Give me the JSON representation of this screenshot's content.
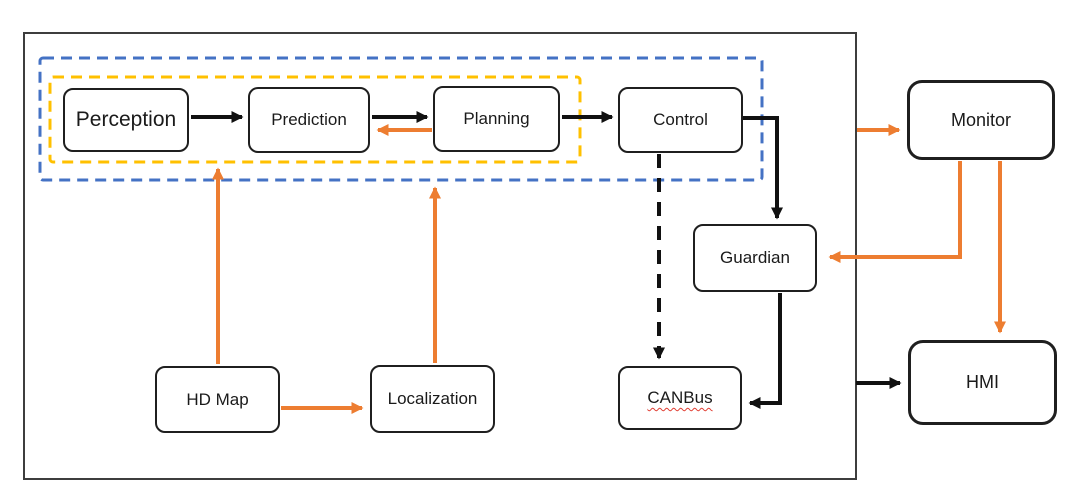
{
  "colors": {
    "orange": "#ED7D31",
    "yellow": "#FFC000",
    "blue": "#4472C4",
    "black": "#111111",
    "frame": "#3d3d3d",
    "spellcheck": "#e03c31"
  },
  "nodes": {
    "perception": {
      "label": "Perception"
    },
    "prediction": {
      "label": "Prediction"
    },
    "planning": {
      "label": "Planning"
    },
    "control": {
      "label": "Control"
    },
    "guardian": {
      "label": "Guardian"
    },
    "hd_map": {
      "label": "HD Map"
    },
    "localization": {
      "label": "Localization"
    },
    "canbus": {
      "label": "CANBus"
    },
    "monitor": {
      "label": "Monitor"
    },
    "hmi": {
      "label": "HMI"
    }
  },
  "containers": {
    "outer_module_box": {
      "contains": [
        "Perception",
        "Prediction",
        "Planning",
        "Control",
        "Guardian",
        "HD Map",
        "Localization",
        "CANBus"
      ]
    },
    "blue_dashed_group": {
      "contains": [
        "Perception",
        "Prediction",
        "Planning",
        "Control"
      ]
    },
    "yellow_dashed_group": {
      "contains": [
        "Perception",
        "Prediction",
        "Planning"
      ]
    }
  },
  "edges": [
    {
      "from": "Perception",
      "to": "Prediction",
      "color": "black",
      "style": "solid"
    },
    {
      "from": "Prediction",
      "to": "Planning",
      "color": "black",
      "style": "solid"
    },
    {
      "from": "Planning",
      "to": "Prediction",
      "color": "orange",
      "style": "solid"
    },
    {
      "from": "Planning",
      "to": "Control",
      "color": "black",
      "style": "solid"
    },
    {
      "from": "Control",
      "to": "Guardian",
      "color": "black",
      "style": "solid"
    },
    {
      "from": "Control",
      "to": "CANBus",
      "color": "black",
      "style": "dashed"
    },
    {
      "from": "Guardian",
      "to": "CANBus",
      "color": "black",
      "style": "solid"
    },
    {
      "from": "HD Map",
      "to": "yellow_dashed_group",
      "color": "orange",
      "style": "solid"
    },
    {
      "from": "HD Map",
      "to": "Localization",
      "color": "orange",
      "style": "solid"
    },
    {
      "from": "Localization",
      "to": "blue_dashed_group",
      "color": "orange",
      "style": "solid"
    },
    {
      "from": "outer_module_box",
      "to": "Monitor",
      "color": "orange",
      "style": "solid"
    },
    {
      "from": "Monitor",
      "to": "Guardian",
      "color": "orange",
      "style": "solid"
    },
    {
      "from": "Monitor",
      "to": "HMI",
      "color": "orange",
      "style": "solid"
    },
    {
      "from": "outer_module_box",
      "to": "HMI",
      "color": "black",
      "style": "solid"
    }
  ]
}
